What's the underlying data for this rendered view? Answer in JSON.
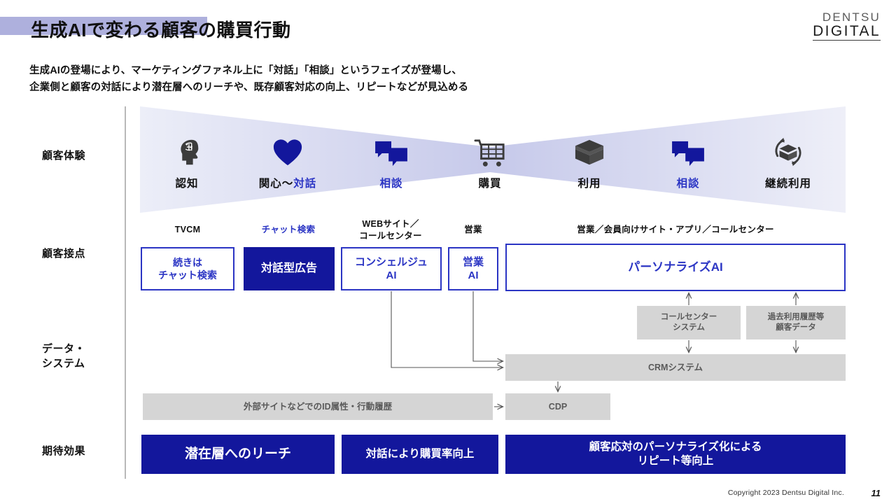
{
  "brand": {
    "logo_line1": "DENTSU",
    "logo_line2": "DIGITAL",
    "accent_blue": "#2b35c4",
    "deep_blue": "#13179c",
    "highlight_lavender": "#aeb0dd",
    "gray_box": "#d5d5d5"
  },
  "header": {
    "title": "生成AIで変わる顧客の購買行動",
    "subtitle_line1": "生成AIの登場により、マーケティングファネル上に「対話」「相談」というフェイズが登場し、",
    "subtitle_line2": "企業側と顧客の対話により潜在層へのリーチや、既存顧客対応の向上、リピートなどが見込める"
  },
  "row_labels": {
    "experience": "顧客体験",
    "touchpoint": "顧客接点",
    "data_system_line1": "データ・",
    "data_system_line2": "システム",
    "effect": "期待効果"
  },
  "funnel": {
    "stages": [
      {
        "icon": "brain-head-icon",
        "label": "認知",
        "highlight": false
      },
      {
        "icon": "heart-icon",
        "label_plain": "関心〜",
        "label_blue": "対話",
        "highlight": "partial"
      },
      {
        "icon": "chat-bubbles-icon",
        "label": "相談",
        "highlight": true
      },
      {
        "icon": "shopping-cart-icon",
        "label": "購買",
        "highlight": false
      },
      {
        "icon": "open-box-icon",
        "label": "利用",
        "highlight": false
      },
      {
        "icon": "chat-bubbles-icon",
        "label": "相談",
        "highlight": true
      },
      {
        "icon": "box-recycle-icon",
        "label": "継続利用",
        "highlight": false
      }
    ]
  },
  "touchpoints": {
    "headers": [
      {
        "text": "TVCM",
        "blue": false
      },
      {
        "text": "チャット検索",
        "blue": true
      },
      {
        "line1": "WEBサイト／",
        "line2": "コールセンター",
        "blue": false
      },
      {
        "text": "営業",
        "blue": false
      },
      {
        "text": "営業／会員向けサイト・アプリ／コールセンター",
        "blue": false
      }
    ],
    "boxes": [
      {
        "style": "outline",
        "line1": "続きは",
        "line2": "チャット検索"
      },
      {
        "style": "filled",
        "line1": "対話型広告"
      },
      {
        "style": "outline",
        "line1": "コンシェルジュ",
        "line2": "AI"
      },
      {
        "style": "outline",
        "line1": "営業",
        "line2": "AI"
      },
      {
        "style": "outline",
        "line1": "パーソナライズAI"
      }
    ]
  },
  "data_system": {
    "call_center_line1": "コールセンター",
    "call_center_line2": "システム",
    "history_line1": "過去利用履歴等",
    "history_line2": "顧客データ",
    "crm": "CRMシステム",
    "external": "外部サイトなどでのID属性・行動履歴",
    "cdp": "CDP"
  },
  "effects": [
    {
      "line1": "潜在層へのリーチ"
    },
    {
      "line1": "対話により購買率向上"
    },
    {
      "line1": "顧客応対のパーソナライズ化による",
      "line2": "リピート等向上"
    }
  ],
  "footer": {
    "copyright": "Copyright 2023 Dentsu Digital Inc.",
    "page_number": "11"
  }
}
